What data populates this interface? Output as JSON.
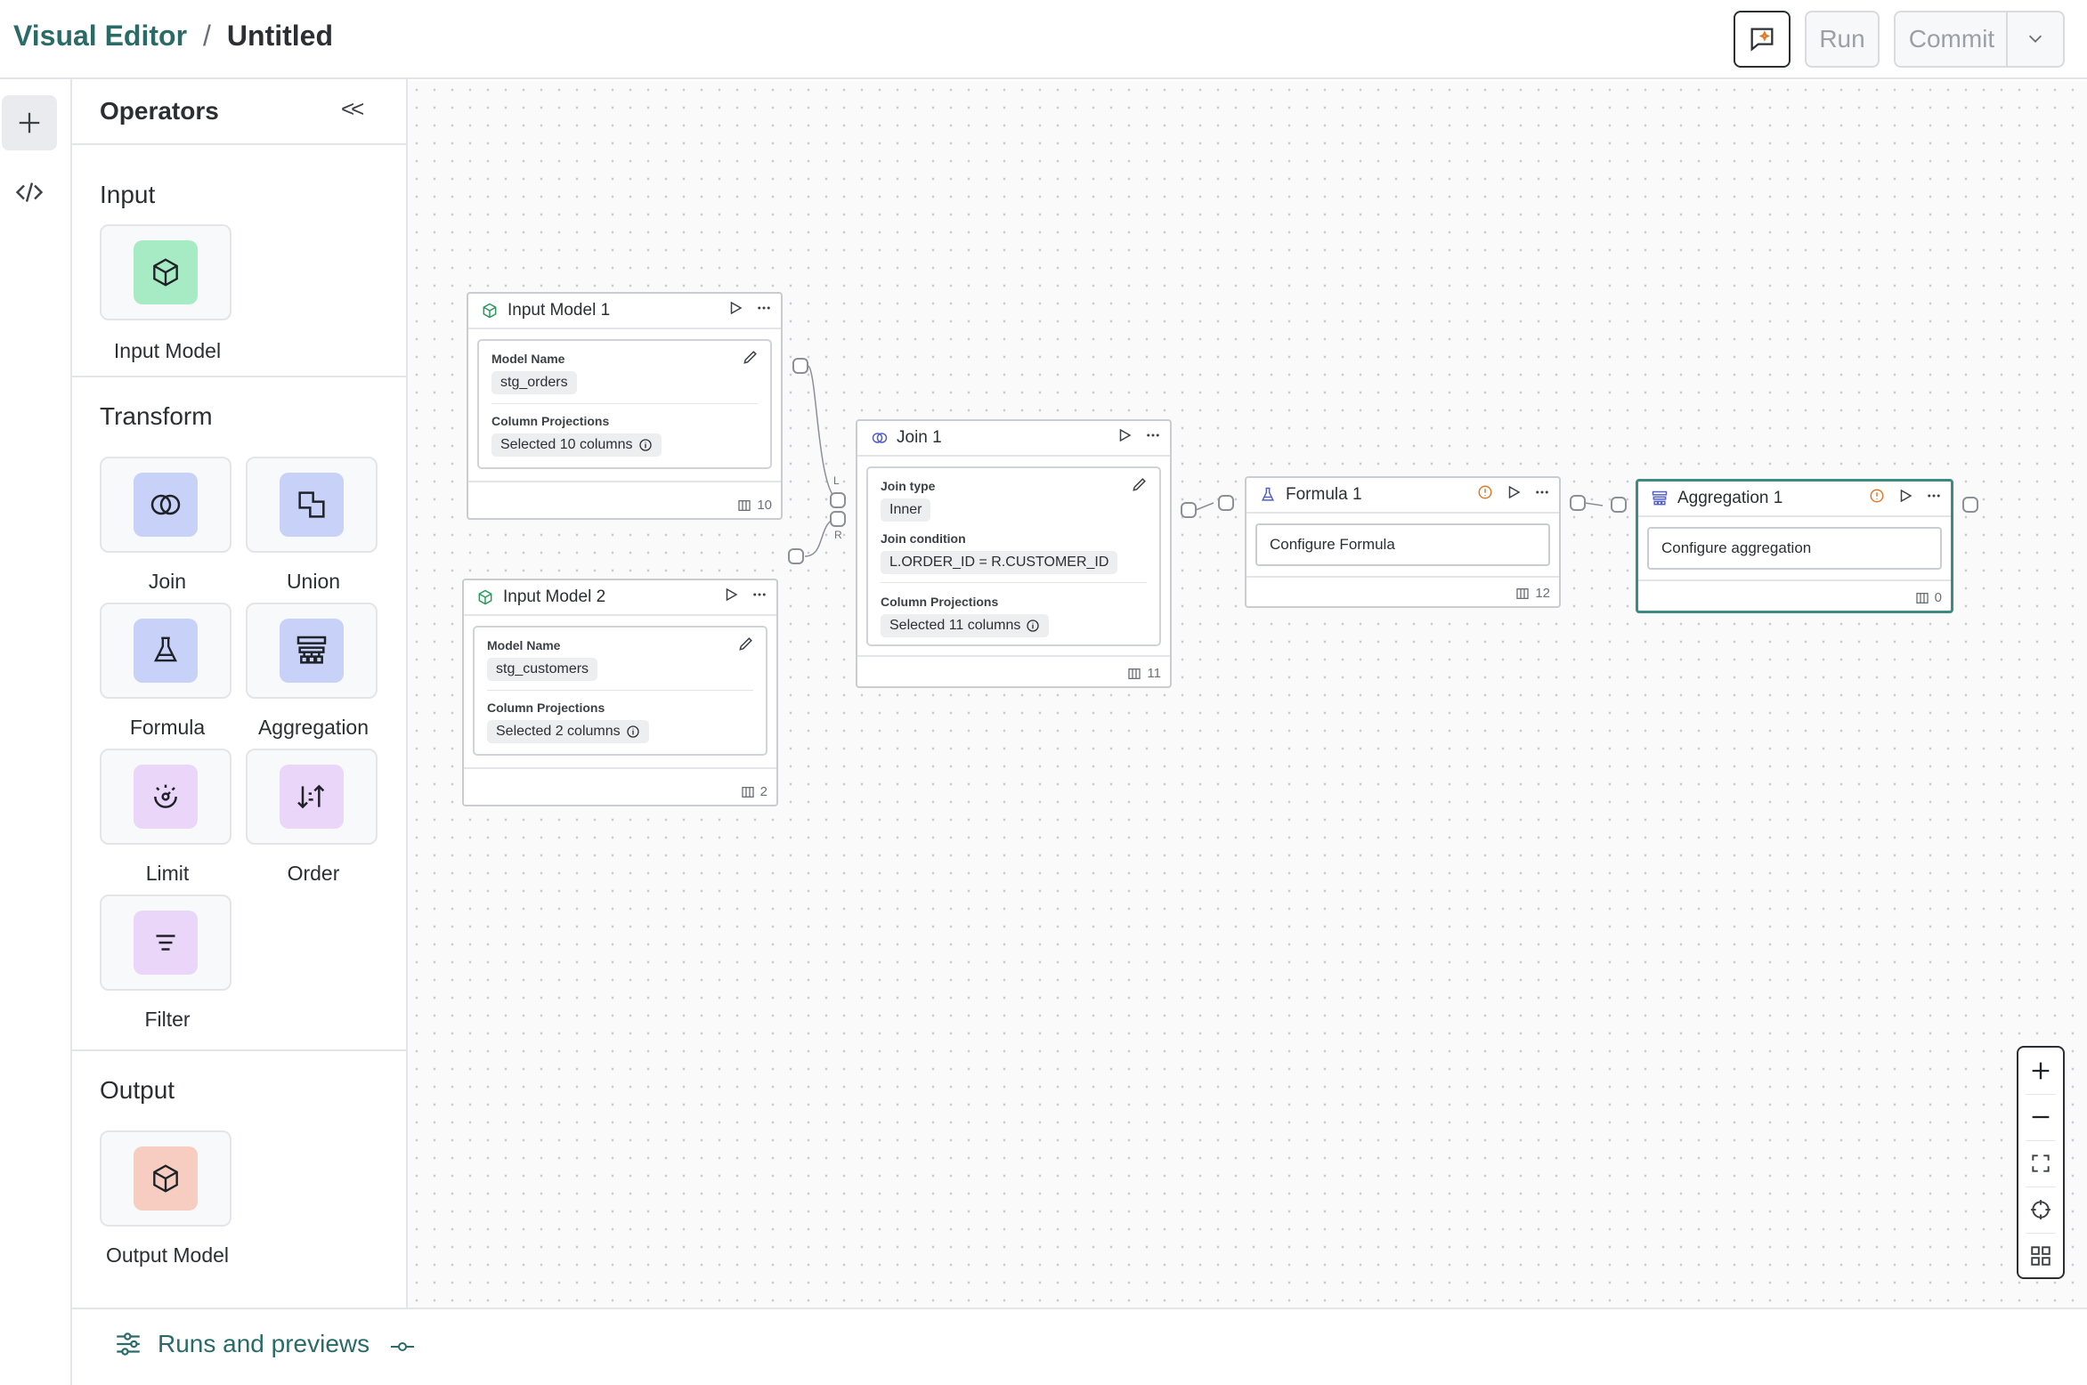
{
  "header": {
    "app_title": "Visual Editor",
    "separator": "/",
    "doc_title": "Untitled",
    "run_label": "Run",
    "commit_label": "Commit",
    "ai_icon": "chat-sparkle-icon"
  },
  "rail": {
    "items": [
      {
        "icon": "plus-icon"
      },
      {
        "icon": "code-icon"
      }
    ]
  },
  "operators": {
    "title": "Operators",
    "collapse_label": "<<",
    "sections": {
      "input": {
        "title": "Input",
        "items": [
          {
            "label": "Input Model",
            "icon": "cube-icon",
            "color": "#a7ebc5"
          }
        ]
      },
      "transform": {
        "title": "Transform",
        "items": [
          {
            "label": "Join",
            "icon": "join-icon",
            "color": "#c8d1f7"
          },
          {
            "label": "Union",
            "icon": "union-icon",
            "color": "#c8d1f7"
          },
          {
            "label": "Formula",
            "icon": "flask-icon",
            "color": "#c8d1f7"
          },
          {
            "label": "Aggregation",
            "icon": "aggregation-icon",
            "color": "#c8d1f7"
          },
          {
            "label": "Limit",
            "icon": "limit-icon",
            "color": "#e9d6f8"
          },
          {
            "label": "Order",
            "icon": "sort-icon",
            "color": "#e9d6f8"
          },
          {
            "label": "Filter",
            "icon": "filter-icon",
            "color": "#e9d6f8"
          }
        ]
      },
      "output": {
        "title": "Output",
        "items": [
          {
            "label": "Output Model",
            "icon": "cube-icon",
            "color": "#f7ccc1"
          }
        ]
      }
    }
  },
  "canvas": {
    "nodes": {
      "input1": {
        "title": "Input Model 1",
        "model_label": "Model Name",
        "model_value": "stg_orders",
        "proj_label": "Column Projections",
        "proj_value": "Selected 10 columns",
        "count": "10"
      },
      "input2": {
        "title": "Input Model 2",
        "model_label": "Model Name",
        "model_value": "stg_customers",
        "proj_label": "Column Projections",
        "proj_value": "Selected 2 columns",
        "count": "2"
      },
      "join1": {
        "title": "Join 1",
        "type_label": "Join type",
        "type_value": "Inner",
        "cond_label": "Join condition",
        "cond_value": "L.ORDER_ID = R.CUSTOMER_ID",
        "proj_label": "Column Projections",
        "proj_value": "Selected 11 columns",
        "count": "11",
        "port_left": "L",
        "port_right": "R"
      },
      "formula1": {
        "title": "Formula 1",
        "placeholder": "Configure Formula",
        "count": "12"
      },
      "agg1": {
        "title": "Aggregation 1",
        "placeholder": "Configure aggregation",
        "count": "0"
      }
    },
    "accent_color": "#3d8a85",
    "warning_color": "#e07b2a"
  },
  "zoom_controls": [
    "zoom-in-icon",
    "zoom-out-icon",
    "fit-view-icon",
    "center-icon",
    "minimap-icon"
  ],
  "bottom": {
    "runs_label": "Runs and previews"
  }
}
